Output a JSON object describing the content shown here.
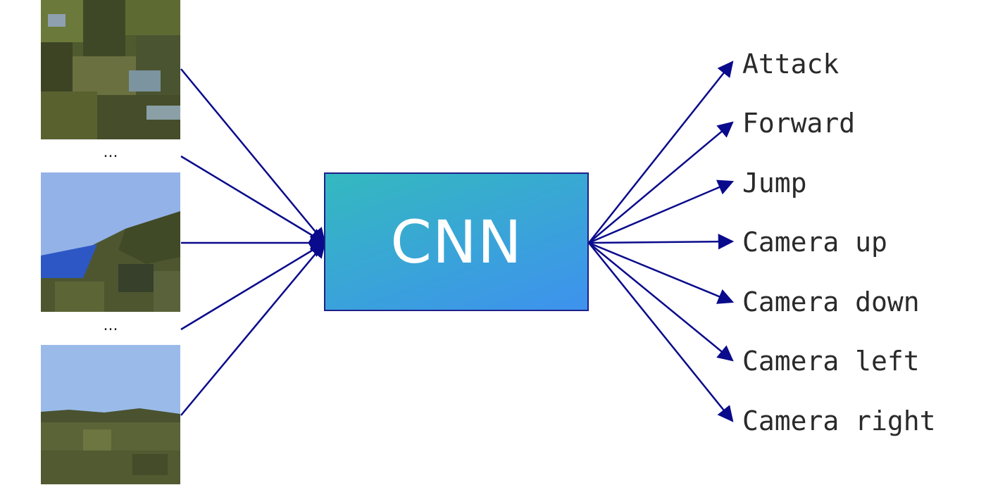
{
  "inputs": {
    "ellipsis": "...",
    "frames": [
      {
        "name": "minecraft-frame-close-terrain"
      },
      {
        "name": "minecraft-frame-hillside-water"
      },
      {
        "name": "minecraft-frame-horizon-field"
      }
    ]
  },
  "model": {
    "label": "CNN",
    "gradient_start": "#34b9bf",
    "gradient_end": "#3e92ee",
    "border_color": "#1f1f8a"
  },
  "arrow_color": "#0a0a8c",
  "outputs": [
    {
      "label": "Attack"
    },
    {
      "label": "Forward"
    },
    {
      "label": "Jump"
    },
    {
      "label": "Camera up"
    },
    {
      "label": "Camera down"
    },
    {
      "label": "Camera left"
    },
    {
      "label": "Camera right"
    }
  ]
}
